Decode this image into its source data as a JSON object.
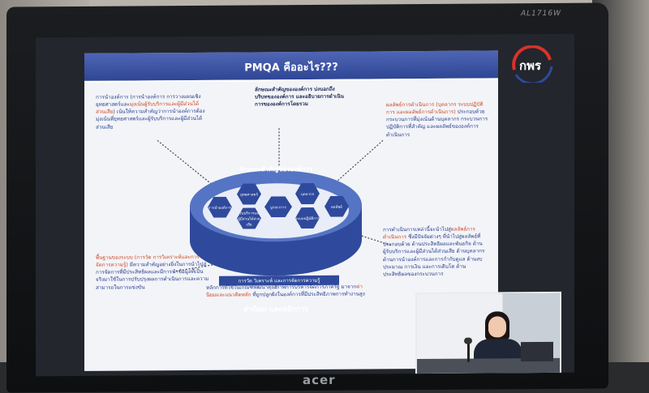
{
  "monitor": {
    "model": "AL1716W",
    "brand": "acer"
  },
  "slide": {
    "title": "PMQA คืออะไร???",
    "top_text": "ลักษณะสำคัญขององค์การ บ่งบอกถึงบริบทขององค์การ และอธิบายการดำเนินการขององค์การโดยรวม",
    "left_text_prefix": "การนำองค์การ (การนำองค์การ การวางแผนเชิงยุทธศาสตร์และ",
    "left_text_highlight": "มุ่งเน้นผู้รับบริการและผู้มีส่วนได้ส่วนเสีย",
    "left_text_suffix": ") เน้นให้ความสำคัญว่าการนำองค์การต้องมุ่งเน้นที่ยุทธศาสตร์และผู้รับบริการและผู้มีส่วนได้ส่วนเสีย",
    "right_text_highlight": "ผลลัพธ์การดำเนินการ (บุคลากร ระบบปฏิบัติการ และผลลัพธ์การดำเนินการ)",
    "right_text_suffix": " ประกอบด้วยกระบวนการที่มุ่งเน้นด้านบุคลากร กระบวนการปฏิบัติการที่สำคัญ และผลลัพธ์ขององค์การดำเนินการ",
    "right2_text_prefix": "การดำเนินการเหล่านี้จะนำไปสู่",
    "right2_text_highlight": "ผลลัพธ์การดำเนินการ",
    "right2_text_suffix": " ซึ่งมีปัจจัยต่างๆ ที่นำไปสู่ผลลัพธ์ที่ประกอบด้วย ด้านประสิทธิผลและพันธกิจ ด้านผู้รับบริการและผู้มีส่วนได้ส่วนเสีย ด้านบุคลากร ด้านการนำองค์การและการกำกับดูแล ด้านงบประมาณ การเงิน และการเติบโต ด้านประสิทธิผลของกระบวนการ",
    "bottom_left_prefix": "พื้นฐานของระบบ (การวัด การวิเคราะห์และการจัดการความรู้)",
    "bottom_left_suffix": " มีความสำคัญอย่างยิ่งในการนำไปสู่การจัดการที่มีประสิทธิผลและมีการนำข้อมูลที่เป็นจริงมาใช้ในการปรับปรุงผลการดำเนินการและความสามารถในการแข่งขัน",
    "bottom_mid_prefix": "หลักการที่ใช้ในเกณฑ์พัฒนาคุณภาพการบริหารจัดการภาครัฐ มาจาก",
    "bottom_mid_highlight": "ค่านิยมและแนวคิดหลัก",
    "bottom_mid_suffix": " ที่ถูกปลูกฝังในองค์การที่มีประสิทธิภาพการทำงานสูง",
    "platform": {
      "title": "ลักษณะสำคัญขององค์การ",
      "bar": "การวัด วิเคราะห์ และการจัดการความรู้",
      "base": "ค่านิยม และหลักการ",
      "hex_left": "การนำองค์การ",
      "hex_plan": "ยุทธศาสตร์",
      "hex_customer": "ผู้รับบริการและผู้มีส่วนได้ส่วนเสีย",
      "hex_center": "บูรณาการ",
      "hex_staff": "บุคลากร",
      "hex_process": "ระบบปฏิบัติการ",
      "hex_result": "ผลลัพธ์"
    }
  },
  "logo": {
    "text": "กพร"
  }
}
